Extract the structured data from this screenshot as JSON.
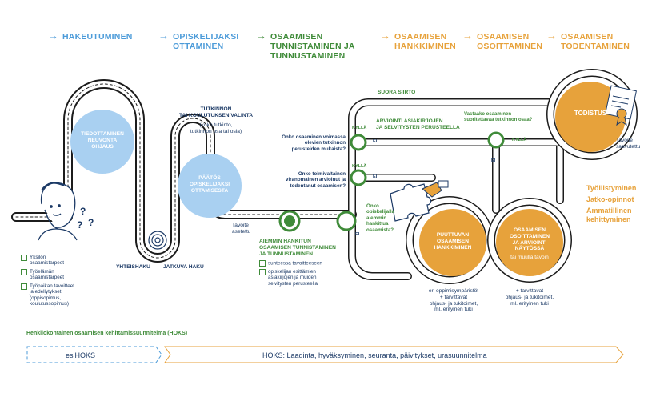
{
  "phases": [
    {
      "label": "HAKEUTUMINEN",
      "color": "#4c9bd9"
    },
    {
      "label": "OPISKELIJAKSI\nOTTAMINEN",
      "color": "#4c9bd9"
    },
    {
      "label": "OSAAMISEN\nTUNNISTAMINEN JA\nTUNNUSTAMINEN",
      "color": "#3f8b39"
    },
    {
      "label": "OSAAMISEN\nHANKKIMINEN",
      "color": "#e7a23b"
    },
    {
      "label": "OSAAMISEN\nOSOITTAMINEN",
      "color": "#e7a23b"
    },
    {
      "label": "OSAAMISEN\nTODENTAMINEN",
      "color": "#e7a23b"
    }
  ],
  "circles": {
    "tiedottaminen": "TIEDOTTAMINEN\nNEUVONTA\nOHJAUS",
    "paatos": "PÄÄTÖS\nOPISKELIJAKSI\nOTTAMISESTA",
    "puuttuvan": "PUUTTUVAN\nOSAAMISEN\nHANKKIMINEN",
    "osoittaminen": "OSAAMISEN\nOSOITTAMINEN\nJA ARVIOINTI\nNÄYTÖSSÄ",
    "osoittaminen_sub": "tai muulla tavoin",
    "todistus": "TODISTUS"
  },
  "labels": {
    "tutkinnon_valinta": "TUTKINNON\nTAI KOULUTUKSEN VALINTA",
    "tutkinnon_valinta_sub": "(koko tutkinto,\ntutkinnon osa tai osia)",
    "yhteishaku": "YHTEISHAKU",
    "jatkuva_haku": "JATKUVA HAKU",
    "tavoite_asetettu": "Tavoite\nasetettu",
    "aiemmin": "AIEMMIN HANKITUN\nOSAAMISEN TUNNISTAMINEN\nJA TUNNUSTAMINEN",
    "aiemmin_b1": "suhteessa tavoitteeseen",
    "aiemmin_b2": "opiskelijan esittämien\nasiakirjojen ja muiden\nselvitysten perusteella",
    "suora_siirto": "SUORA SIIRTO",
    "arviointi": "ARVIOINTI ASIAKIRJOJEN\nJA SELVITYSTEN PERUSTEELLA",
    "q1": "Onko osaaminen voimassa\nolevien tutkinnon\nperusteiden mukaista?",
    "q2": "Onko toimivaltainen\nviranomainen arvioinut ja\ntodentanut osaamisen?",
    "q3": "Onko\nopiskelijalla\naiemmin\nhankittua\nosaamista?",
    "q4": "Vastaako osaaminen\nsuoritettavaa tutkinnon osaa?",
    "kylla": "KYLLÄ",
    "ei": "EI",
    "tavoite_saavutettu": "Tavoite\nsaavutettu",
    "hankkiminen_note": "eri oppimisympäristöt\n+ tarvittavat\nohjaus- ja tukitoimet,\nml. erityinen tuki",
    "osoittaminen_note": "+ tarvittavat\nohjaus- ja tukitoimet,\nml. erityinen tuki"
  },
  "person_needs": [
    "Yksilön\nosaamistarpeet",
    "Työelämän\nosaamistarpeet",
    "Työpaikan tavoitteet\nja edellytykset\n(oppisopimus,\nkoulutussopimus)"
  ],
  "outcomes": [
    "Työllistyminen",
    "Jatko-opinnot",
    "Ammatillinen\nkehittyminen"
  ],
  "hoks": {
    "title": "Henkilökohtainen osaamisen kehittämissuunnitelma (HOKS)",
    "esi": "esiHOKS",
    "main": "HOKS: Laadinta, hyväksyminen, seuranta, päivitykset, urasuunnitelma"
  },
  "colors": {
    "blue": "#4c9bd9",
    "light_blue": "#a9d0f1",
    "green": "#3f8b39",
    "orange": "#e7a23b",
    "road": "#1c1c1c",
    "navy": "#1c3a66"
  }
}
